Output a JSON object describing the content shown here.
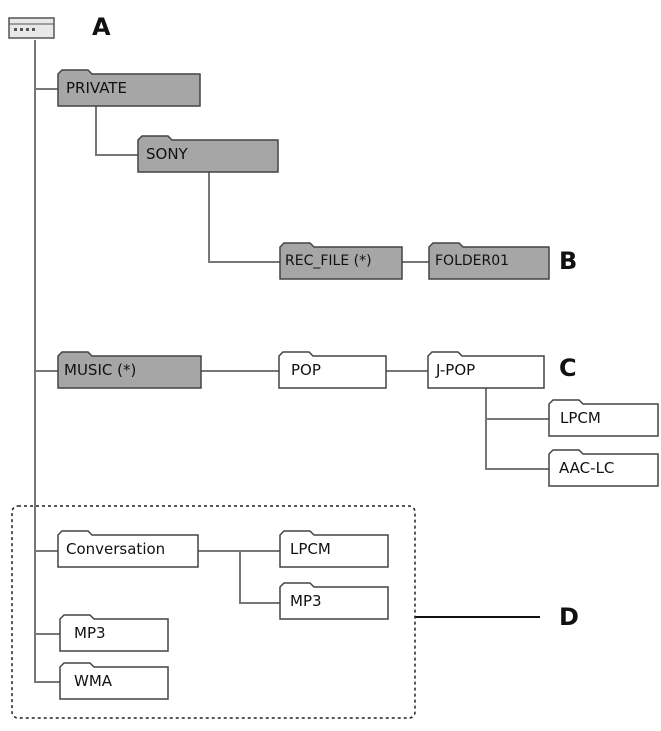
{
  "callouts": {
    "a": "A",
    "b": "B",
    "c": "C",
    "d": "D"
  },
  "folders": {
    "private": "PRIVATE",
    "sony": "SONY",
    "rec_file": "REC_FILE (*)",
    "folder01": "FOLDER01",
    "music": "MUSIC (*)",
    "pop": "POP",
    "jpop": "J-POP",
    "jpop_lpcm": "LPCM",
    "jpop_aac": "AAC-LC",
    "conversation": "Conversation",
    "conv_lpcm": "LPCM",
    "conv_mp3": "MP3",
    "mp3": "MP3",
    "wma": "WMA"
  },
  "colors": {
    "grey_folder": "#a6a6a6",
    "white_folder": "#ffffff",
    "line": "#777777",
    "border": "#444444"
  }
}
